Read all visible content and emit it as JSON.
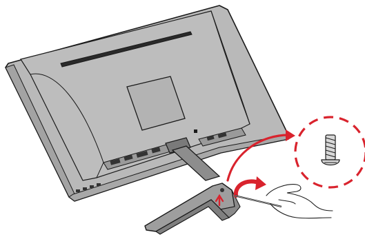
{
  "illustration": {
    "subject": "monitor-rear-view-with-stand-removal",
    "colors": {
      "body_fill": "#b9b9b9",
      "body_shade": "#a3a3a3",
      "outline": "#1a1a1a",
      "accent_red": "#d9232d",
      "screw_fill": "#d8d8d8",
      "background": "#ffffff"
    },
    "icons": [
      "monitor-back",
      "stand",
      "screwdriver",
      "hand",
      "screw",
      "rotate-arrow",
      "detail-callout"
    ]
  }
}
